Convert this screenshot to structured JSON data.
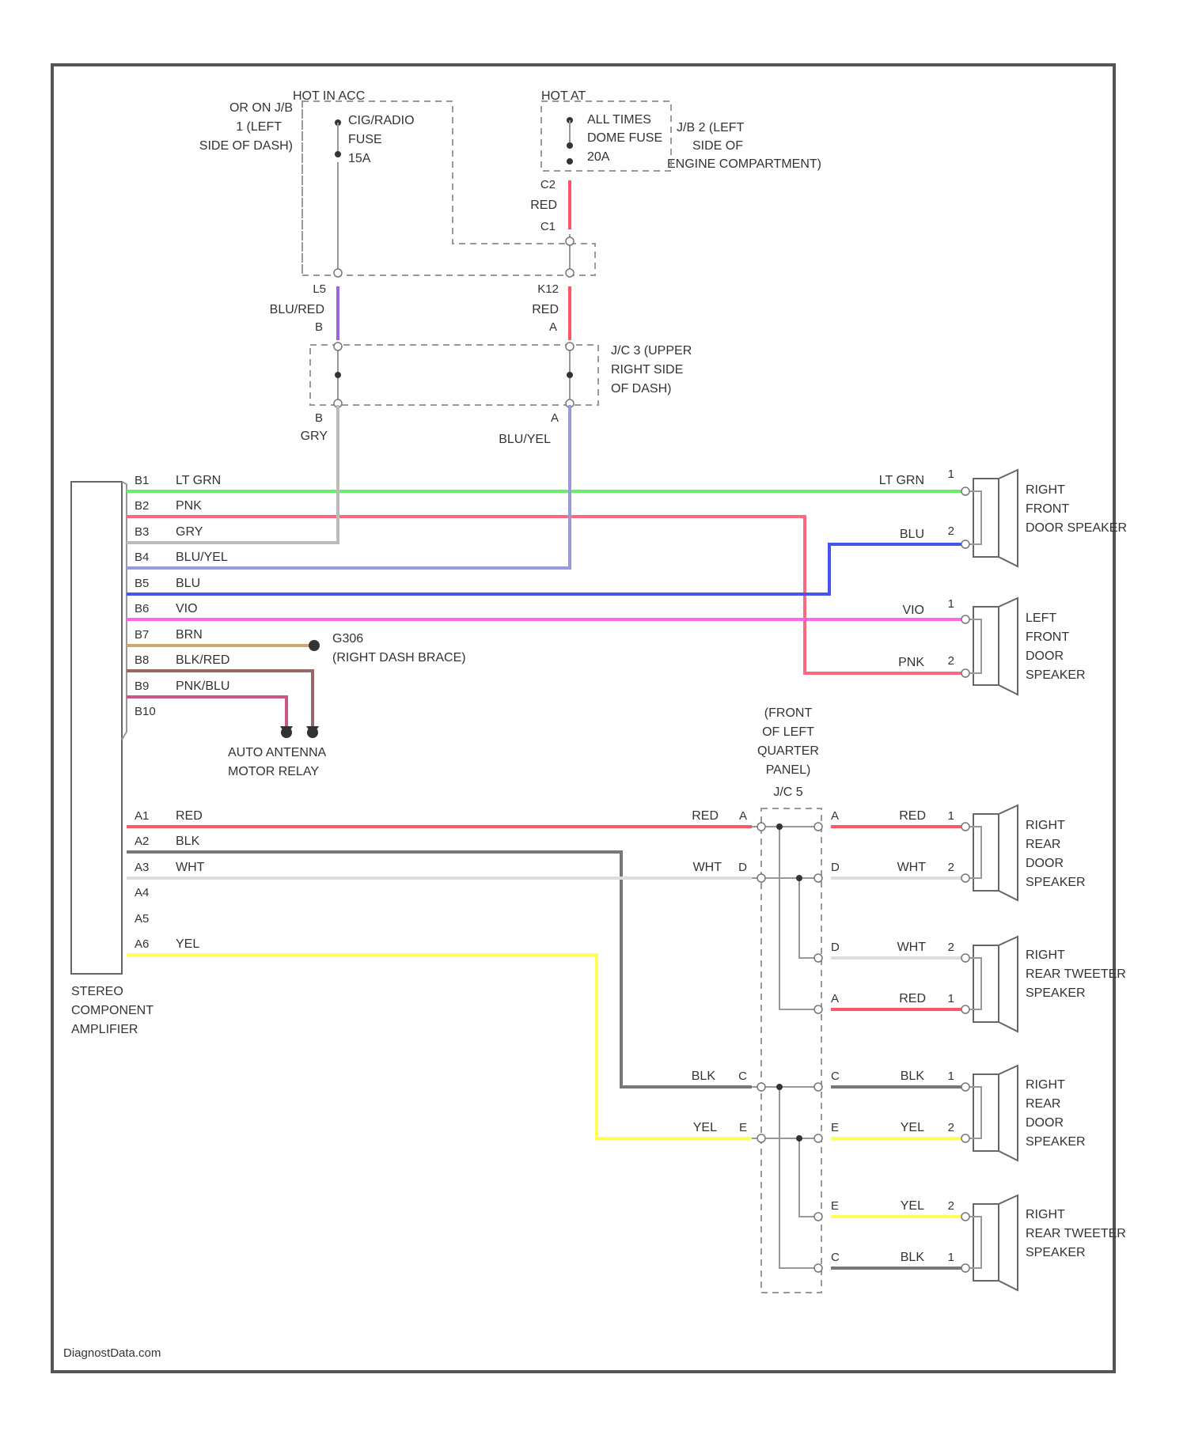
{
  "colors": {
    "lt_grn": "#66ee66",
    "pnk": "#ff6680",
    "gry": "#bbbbbb",
    "blu_yel": "#9999dd",
    "blu": "#4455ee",
    "vio": "#ff66ee",
    "brn": "#ccaa66",
    "blk_red": "#996666",
    "pnk_blu": "#cc5588",
    "red": "#ff5566",
    "blk": "#777777",
    "wht": "#dddddd",
    "yel": "#ffff55",
    "blu_red": "#9966dd"
  },
  "fuse_block": {
    "title": "HOT IN ACC",
    "location": [
      "OR ON J/B",
      "1 (LEFT",
      "SIDE OF DASH)"
    ],
    "fuse": [
      "CIG/RADIO",
      "FUSE",
      "15A"
    ]
  },
  "engine_block": {
    "title": "HOT AT",
    "fuse": [
      "ALL TIMES",
      "DOME FUSE",
      "20A"
    ],
    "location": [
      "J/B 2 (LEFT",
      "SIDE OF",
      "ENGINE COMPARTMENT)"
    ]
  },
  "upper_wires": {
    "c2": "C2",
    "red1": "RED",
    "c1": "C1",
    "l5": "L5",
    "blu_red": "BLU/RED",
    "b_top": "B",
    "k12": "K12",
    "red2": "RED",
    "a_top": "A",
    "b_bot": "B",
    "gry": "GRY",
    "a_bot": "A",
    "blu_yel": "BLU/YEL"
  },
  "jc3": {
    "label": [
      "J/C 3 (UPPER",
      "RIGHT SIDE",
      "OF DASH)"
    ]
  },
  "amplifier": {
    "name": [
      "STEREO",
      "COMPONENT",
      "AMPLIFIER"
    ],
    "pins_b": [
      "B1",
      "B2",
      "B3",
      "B4",
      "B5",
      "B6",
      "B7",
      "B8",
      "B9",
      "B10"
    ],
    "wires_b": [
      "LT GRN",
      "PNK",
      "GRY",
      "BLU/YEL",
      "BLU",
      "VIO",
      "BRN",
      "BLK/RED",
      "PNK/BLU",
      ""
    ],
    "pins_a": [
      "A1",
      "A2",
      "A3",
      "A4",
      "A5",
      "A6"
    ],
    "wires_a": [
      "RED",
      "BLK",
      "WHT",
      "",
      "",
      "YEL"
    ]
  },
  "ground": {
    "id": "G306",
    "location": "(RIGHT DASH BRACE)"
  },
  "antenna_relay": [
    "AUTO ANTENNA",
    "MOTOR RELAY"
  ],
  "jc5": {
    "location": [
      "(FRONT",
      "OF LEFT",
      "QUARTER",
      "PANEL)"
    ],
    "title": "J/C 5"
  },
  "speakers": {
    "rf_door": {
      "name": [
        "RIGHT",
        "FRONT",
        "DOOR SPEAKER"
      ],
      "w1": "LT GRN",
      "p1": "1",
      "w2": "BLU",
      "p2": "2"
    },
    "lf_door": {
      "name": [
        "LEFT",
        "FRONT",
        "DOOR",
        "SPEAKER"
      ],
      "w1": "VIO",
      "p1": "1",
      "w2": "PNK",
      "p2": "2"
    },
    "rr_door1": {
      "name": [
        "RIGHT",
        "REAR",
        "DOOR",
        "SPEAKER"
      ],
      "left_wire1": "RED",
      "left_pin1": "A",
      "left_wire2": "WHT",
      "left_pin2": "D",
      "jc_pin1": "A",
      "w1": "RED",
      "p1": "1",
      "jc_pin2": "D",
      "w2": "WHT",
      "p2": "2"
    },
    "rr_tweeter1": {
      "name": [
        "RIGHT",
        "REAR TWEETER",
        "SPEAKER"
      ],
      "jc_pin1": "D",
      "w1": "WHT",
      "p1": "2",
      "jc_pin2": "A",
      "w2": "RED",
      "p2": "1"
    },
    "rr_door2": {
      "name": [
        "RIGHT",
        "REAR",
        "DOOR",
        "SPEAKER"
      ],
      "left_wire1": "BLK",
      "left_pin1": "C",
      "left_wire2": "YEL",
      "left_pin2": "E",
      "jc_pin1": "C",
      "w1": "BLK",
      "p1": "1",
      "jc_pin2": "E",
      "w2": "YEL",
      "p2": "2"
    },
    "rr_tweeter2": {
      "name": [
        "RIGHT",
        "REAR TWEETER",
        "SPEAKER"
      ],
      "jc_pin1": "E",
      "w1": "YEL",
      "p1": "2",
      "jc_pin2": "C",
      "w2": "BLK",
      "p2": "1"
    }
  },
  "watermark": "DiagnostData.com"
}
